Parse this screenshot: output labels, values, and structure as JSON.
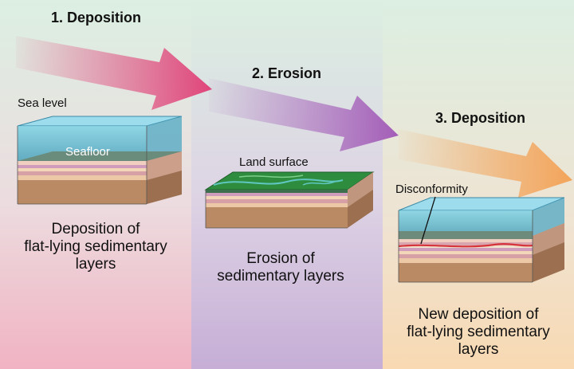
{
  "steps": [
    {
      "title": "1. Deposition",
      "caption": [
        "Deposition of",
        "flat-lying sedimentary",
        "layers"
      ]
    },
    {
      "title": "2. Erosion",
      "caption": [
        "Erosion of",
        "sedimentary  layers"
      ]
    },
    {
      "title": "3. Deposition",
      "caption": [
        "New deposition of",
        "flat-lying sedimentary",
        "layers"
      ]
    }
  ],
  "labels": {
    "sea_level": "Sea level",
    "seafloor": "Seafloor",
    "land_surface": "Land surface",
    "disconformity": "Disconformity"
  },
  "colors": {
    "arrow_1": "#e0457a",
    "arrow_2": "#a35db8",
    "arrow_3": "#f3a45a",
    "water": "#4fb0cf",
    "land": "#2e8c3e",
    "column_1": "#f2b6c4",
    "column_2": "#c9b0d6",
    "column_3": "#f8dcb8"
  }
}
